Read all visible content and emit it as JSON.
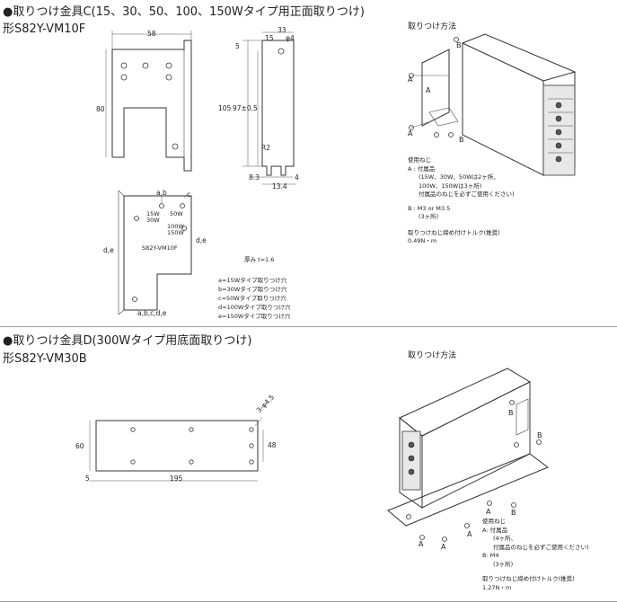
{
  "section_c": {
    "title": "●取りつけ金具C(15、30、50、100、150Wタイプ用正面取りつけ)",
    "model": "形S82Y-VM10F",
    "dims": {
      "width_58": "58",
      "height_80": "80",
      "top_33": "33",
      "top_15": "15",
      "hole_d4": "φ4",
      "dim_5": "5",
      "dim_105": "105",
      "dim_97": "97±0.5",
      "r2": "R2",
      "dim_8_3": "8.3",
      "dim_4": "4",
      "dim_13_4": "13.4"
    },
    "plate_labels": {
      "ab": "a,b",
      "c": "c",
      "15w": "15W",
      "30w": "30W",
      "50w": "50W",
      "100w": "100W",
      "150w": "150W",
      "de_left": "d,e",
      "de_right": "d,e",
      "model": "S82Y-VM10F",
      "abcde": "a,b,c,d,e"
    },
    "thickness": "厚み t=1.6",
    "legend": [
      "a=15Wタイプ取りつけ穴",
      "b=30Wタイプ取りつけ穴",
      "c=50Wタイプ取りつけ穴",
      "d=100Wタイプ取りつけ穴",
      "e=150Wタイプ取りつけ穴"
    ],
    "mounting": {
      "title": "取りつけ方法",
      "labels": {
        "a": "A",
        "b": "B"
      },
      "screws_title": "使用ねじ",
      "screw_a_lines": [
        "A : 付属品",
        "(15W、30W、50Wは2ヶ所、",
        "100W、150Wは3ヶ所)",
        "付属品のねじを必ずご使用ください)"
      ],
      "screw_b_lines": [
        "B : M3 or M3.5",
        "(3ヶ所)"
      ],
      "torque_title": "取りつけねじ締め付けトルク(推奨)",
      "torque_value": "0.49N・m"
    }
  },
  "section_d": {
    "title": "●取りつけ金具D(300Wタイプ用底面取りつけ)",
    "model": "形S82Y-VM30B",
    "dims": {
      "dim_60": "60",
      "dim_48": "48",
      "dim_195": "195",
      "dim_5": "5",
      "holes": "3-φ4.5"
    },
    "mounting": {
      "title": "取りつけ方法",
      "labels": {
        "a": "A",
        "b": "B"
      },
      "screws_title": "使用ねじ",
      "screw_a_lines": [
        "A: 付属品",
        "(4ヶ所、",
        "付属品のねじを必ずご使用ください)"
      ],
      "screw_b_lines": [
        "B: M4",
        "(3ヶ所)"
      ],
      "torque_title": "取りつけねじ締め付けトルク(推奨)",
      "torque_value": "1.27N・m"
    }
  }
}
